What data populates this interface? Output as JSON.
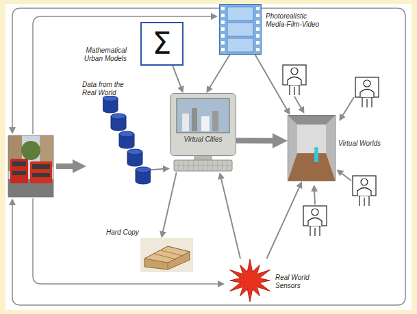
{
  "diagram": {
    "nodes": [
      {
        "text": [
          "Photorealistic Media-Film-Video"
        ]
      },
      {
        "text": [
          "Σ",
          "Mathematical Urban Models"
        ]
      },
      {
        "text": [
          "Data from the Real World"
        ]
      },
      {
        "text": [
          "Virtual Cities"
        ]
      },
      {
        "text": [
          "Virtual Worlds"
        ]
      },
      {
        "text": [
          "Hard Copy"
        ]
      },
      {
        "text": [
          "Real World Sensors"
        ]
      }
    ],
    "edges": [
      {
        "from": 1,
        "to": 3,
        "arrow": "to"
      },
      {
        "from": 0,
        "to": 3,
        "arrow": "to"
      },
      {
        "from": 2,
        "to": 3,
        "arrow": "to"
      },
      {
        "from": 0,
        "to": 4,
        "arrow": "to"
      },
      {
        "from": 3,
        "to": 4,
        "arrow": "to"
      },
      {
        "from": 3,
        "to": 5,
        "arrow": "to"
      },
      {
        "from": 6,
        "to": 3,
        "arrow": "to"
      },
      {
        "from": 6,
        "to": 4,
        "arrow": "to"
      }
    ]
  }
}
